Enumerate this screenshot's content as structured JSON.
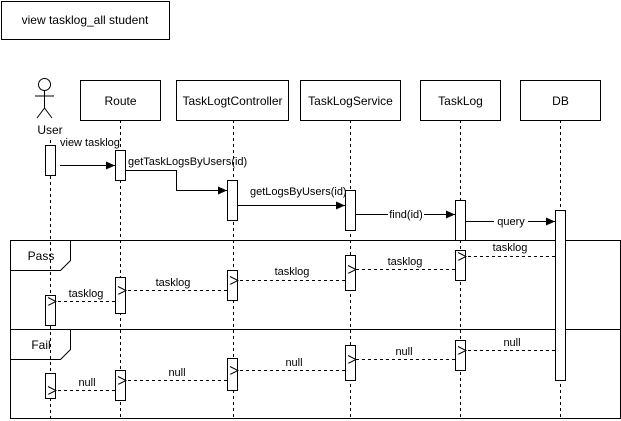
{
  "title": "view tasklog_all student",
  "participants": [
    {
      "id": "user",
      "label": "User",
      "kind": "actor"
    },
    {
      "id": "route",
      "label": "Route",
      "kind": "box"
    },
    {
      "id": "controller",
      "label": "TaskLogtController",
      "kind": "box"
    },
    {
      "id": "service",
      "label": "TaskLogService",
      "kind": "box"
    },
    {
      "id": "tasklog",
      "label": "TaskLog",
      "kind": "box"
    },
    {
      "id": "db",
      "label": "DB",
      "kind": "box"
    }
  ],
  "messages": [
    {
      "from": "user",
      "to": "route",
      "label": "view tasklog",
      "kind": "sync"
    },
    {
      "from": "route",
      "to": "controller",
      "label": "getTaskLogsByUsers(id)",
      "kind": "sync"
    },
    {
      "from": "controller",
      "to": "service",
      "label": "getLogsByUsers(id)",
      "kind": "sync"
    },
    {
      "from": "service",
      "to": "tasklog",
      "label": "find(id)",
      "kind": "sync"
    },
    {
      "from": "tasklog",
      "to": "db",
      "label": "query",
      "kind": "sync"
    }
  ],
  "fragments": [
    {
      "label": "Pass",
      "returns": [
        {
          "from": "db",
          "to": "tasklog",
          "label": "tasklog"
        },
        {
          "from": "tasklog",
          "to": "service",
          "label": "tasklog"
        },
        {
          "from": "service",
          "to": "controller",
          "label": "tasklog"
        },
        {
          "from": "controller",
          "to": "route",
          "label": "tasklog"
        },
        {
          "from": "route",
          "to": "user",
          "label": "tasklog"
        }
      ]
    },
    {
      "label": "Fail",
      "returns": [
        {
          "from": "db",
          "to": "tasklog",
          "label": "null"
        },
        {
          "from": "tasklog",
          "to": "service",
          "label": "null"
        },
        {
          "from": "service",
          "to": "controller",
          "label": "null"
        },
        {
          "from": "controller",
          "to": "route",
          "label": "null"
        },
        {
          "from": "route",
          "to": "user",
          "label": "null"
        }
      ]
    }
  ]
}
